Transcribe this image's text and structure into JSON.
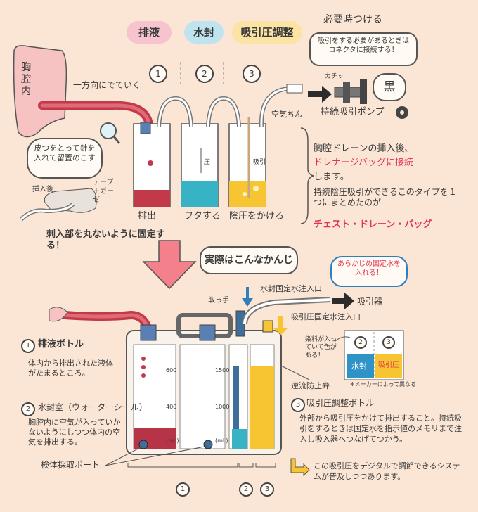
{
  "top": {
    "labels": {
      "drainage": "排液",
      "water_seal": "水封",
      "suction_adjust": "吸引圧調整"
    },
    "numbers": [
      "1",
      "2",
      "3"
    ],
    "chest_label": "胸腔内",
    "one_way": "一方向にでていく",
    "skin_note": "皮つをとって針を入れて留置のこす",
    "insertion_label": "挿入後",
    "tape_label": "テープ＋ガーゼ",
    "fixation_note": "刺入部を丸ないように固定する！",
    "bottle_captions": [
      "排出",
      "フタする",
      "陰圧をかける"
    ],
    "arrow_pressure": "圧",
    "arrow_suction": "吸引",
    "air_in": "空気ちん",
    "when_needed": "必要時つける",
    "connector_note": "吸引をする必要があるときはコネクタに接続する！",
    "click_label": "カチッ",
    "black_label": "黒",
    "pump_label": "持続吸引ポンプ",
    "insertion_note": "胸腔ドレーンの挿入後、",
    "drain_bag": "ドレナージバッグに接続",
    "drain_bag_tail": "します。",
    "continuous_note": "持続陰圧吸引ができるこのタイプを１つにまとめたのが",
    "chest_drain_bag": "チェスト・ドレーン・バッグ"
  },
  "middle": {
    "real_label": "実際はこんなかんじ",
    "pre_fill": "あらかじめ国定水を入れる！",
    "water_seal_inlet": "水封国定水注入口",
    "handle_label": "取っ手",
    "to_suction": "吸引器",
    "suction_inlet": "吸引圧国定水注入口"
  },
  "bottom": {
    "item1_num": "1",
    "item1_title": "排液ボトル",
    "item1_desc": "体内から排出された液体がたまるところ。",
    "item2_num": "2",
    "item2_title": "水封室（ウォーターシール）",
    "item2_desc": "胸腔内に空気が入っていかないようにしつつ体内の空気を排出する。",
    "sample_port": "検体採取ポート",
    "check_valve": "逆流防止弁",
    "item3_num": "3",
    "item3_title": "吸引圧調整ボトル",
    "item3_desc": "外部から吸引圧をかけて排出すること。持続吸引をするときは国定水を指示値のメモリまで注入し吸入器へつなげてつかう。",
    "digital_note": "この吸引圧をデジタルで調節できるシステムが普及しつつあります。",
    "dye_note": "染料が入っていて色がある！",
    "panel_nums": [
      "2",
      "3"
    ],
    "panel_water": "水封",
    "panel_suction": "吸引圧",
    "maker_note": "※メーカーによって異なる",
    "ticks_a": [
      "600",
      "400",
      "(mL)"
    ],
    "ticks_b": [
      "1500",
      "1000",
      "(mL)"
    ],
    "bottom_nums": [
      "1",
      "2",
      "3"
    ]
  },
  "colors": {
    "background": "#fbe6d6",
    "pill_pink": "#f6c3cf",
    "pill_blue": "#bfe4ef",
    "pill_yellow": "#fbe3a4",
    "blood": "#c23a4a",
    "water": "#38b3c6",
    "yellow": "#f6c531",
    "accent_red": "#e0354f"
  }
}
